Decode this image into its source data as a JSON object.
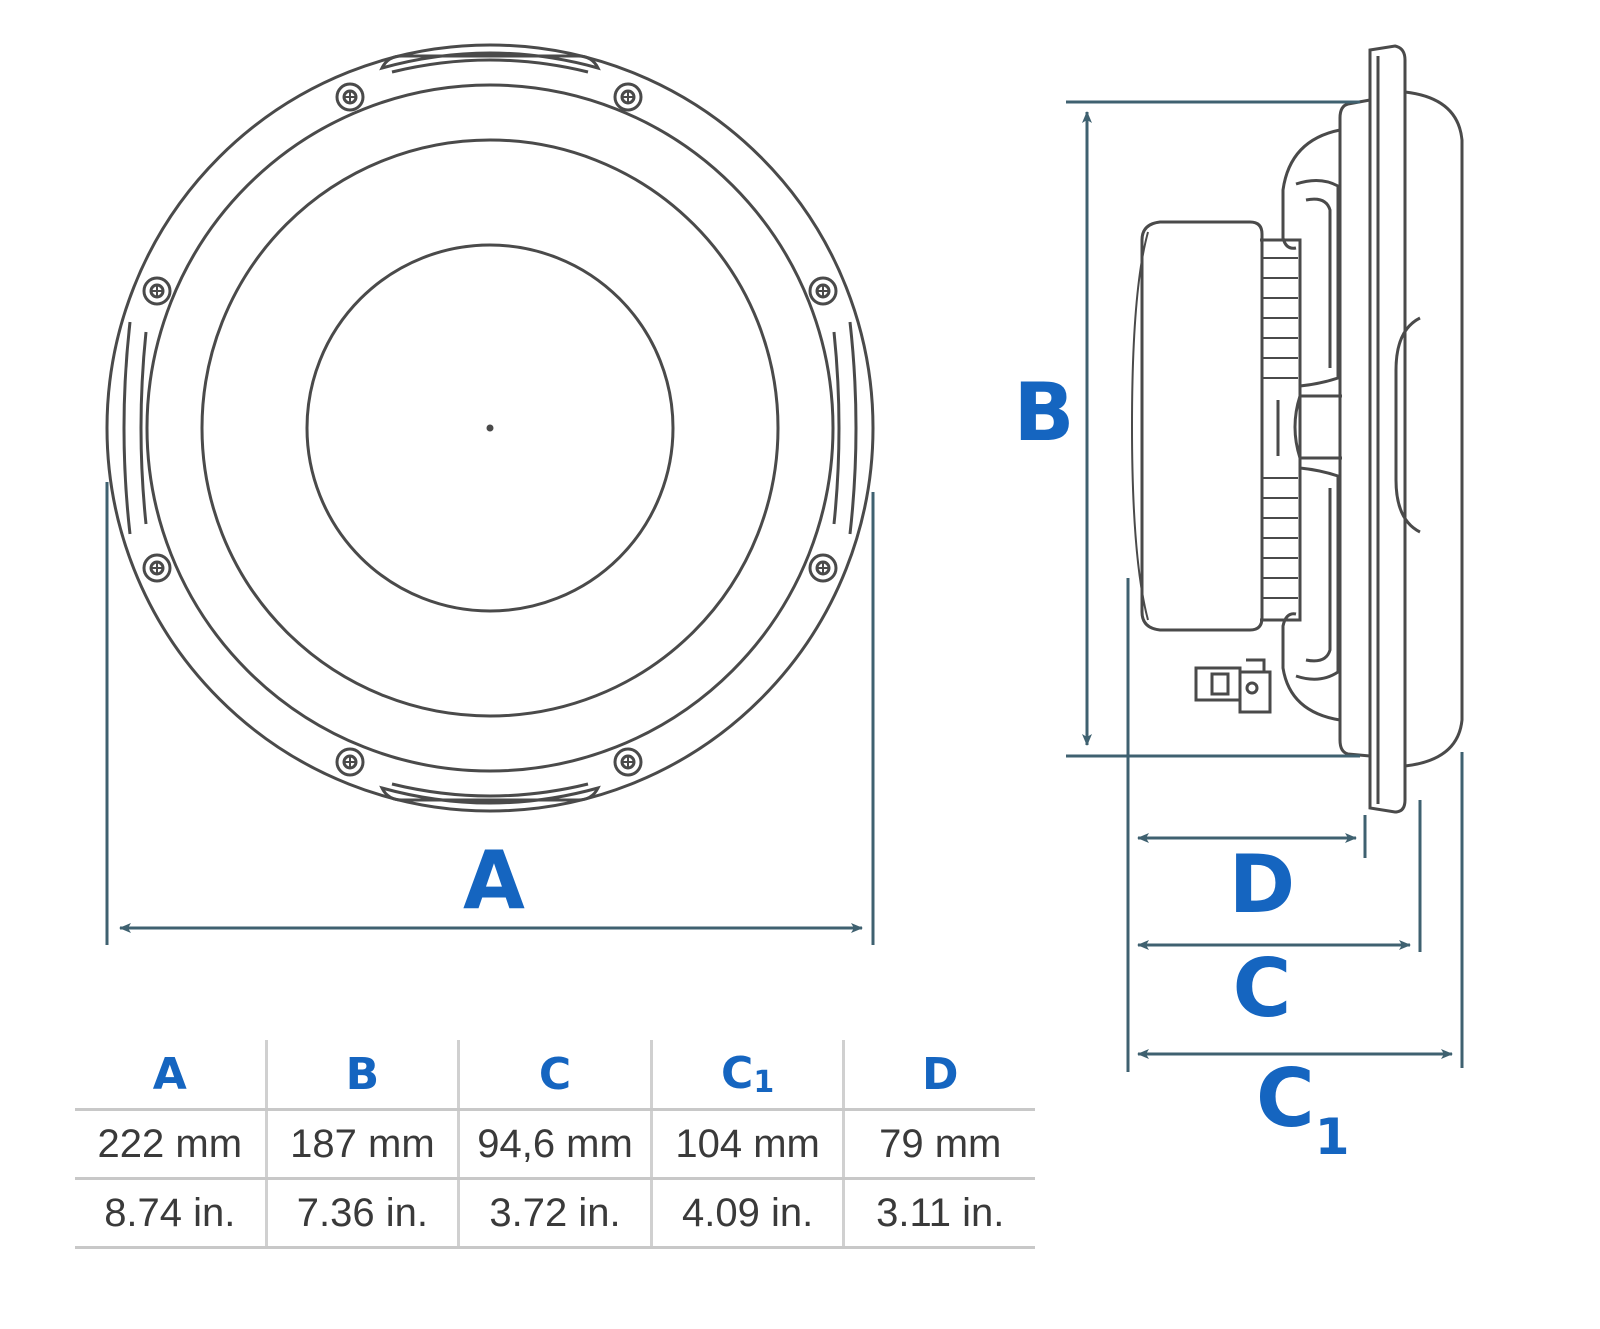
{
  "diagram": {
    "labels": {
      "A": "A",
      "B": "B",
      "C": "C",
      "D": "D",
      "C1_main": "C",
      "C1_sub": "1"
    },
    "colors": {
      "outline": "#4a4a4a",
      "dimension": "#3f6170",
      "accent": "#1565c0"
    }
  },
  "table": {
    "headers": [
      {
        "main": "A",
        "sub": ""
      },
      {
        "main": "B",
        "sub": ""
      },
      {
        "main": "C",
        "sub": ""
      },
      {
        "main": "C",
        "sub": "1"
      },
      {
        "main": "D",
        "sub": ""
      }
    ],
    "rows": [
      [
        "222 mm",
        "187 mm",
        "94,6 mm",
        "104 mm",
        "79 mm"
      ],
      [
        "8.74 in.",
        "7.36 in.",
        "3.72 in.",
        "4.09 in.",
        "3.11 in."
      ]
    ]
  }
}
